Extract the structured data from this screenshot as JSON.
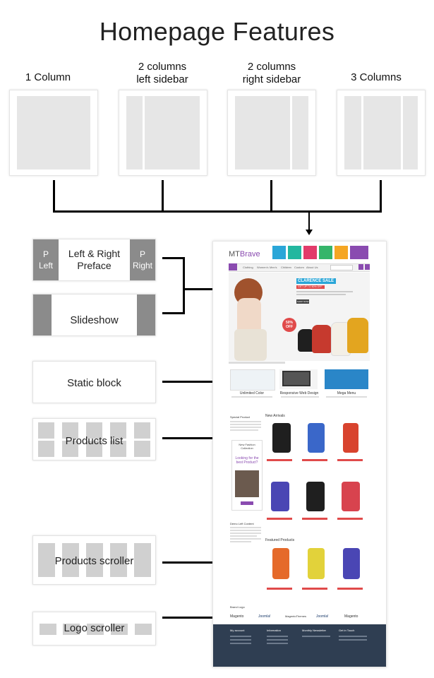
{
  "title": "Homepage Features",
  "layouts": [
    {
      "label": "1 Column"
    },
    {
      "label": "2 columns\nleft sidebar"
    },
    {
      "label": "2 columns\nright sidebar"
    },
    {
      "label": "3 Columns"
    }
  ],
  "features": {
    "preface": {
      "left": "P\nLeft",
      "center": "Left & Right\nPreface",
      "right": "P\nRight"
    },
    "slideshow": "Slideshow",
    "static_block": "Static block",
    "products_list": "Products list",
    "products_scroller": "Products scroller",
    "logo_scroller": "Logo scroller"
  },
  "screenshot": {
    "logo_mt": "MT",
    "logo_brave": "Brave",
    "nav": [
      "Clothing",
      "Women's",
      "Men's",
      "Children",
      "Custom",
      "About Us"
    ],
    "sale_title": "CLARENCE SALE",
    "sale_sub": "GET UP TO 50% OFF",
    "sale_badge": "50%\nOFF",
    "shop_now": "SHOP NOW",
    "blocks": [
      "Unlimited Color",
      "Responsive Web Design",
      "Mega Menu"
    ],
    "special_product": "Special Product",
    "new_arrivals": "New Arrivals",
    "new_fashion": "New Fashion\nCollection",
    "looking_for": "Looking for the best Product?",
    "demo_left": "Demo Left Content",
    "featured_products": "Featured Products",
    "brand_logo": "Brand Logo",
    "brands": [
      "Magento",
      "Joomla!",
      "MagentoThemes",
      "Joomla!",
      "Magento"
    ],
    "footer_cols": [
      "My account",
      "Information",
      "Monthly Newsletter",
      "Get in Touch"
    ]
  },
  "colors": {
    "accent": "#8a4bb0",
    "sale_blue": "#2aa6d8",
    "red_btn": "#e04a4a",
    "footer": "#2f3e52"
  }
}
